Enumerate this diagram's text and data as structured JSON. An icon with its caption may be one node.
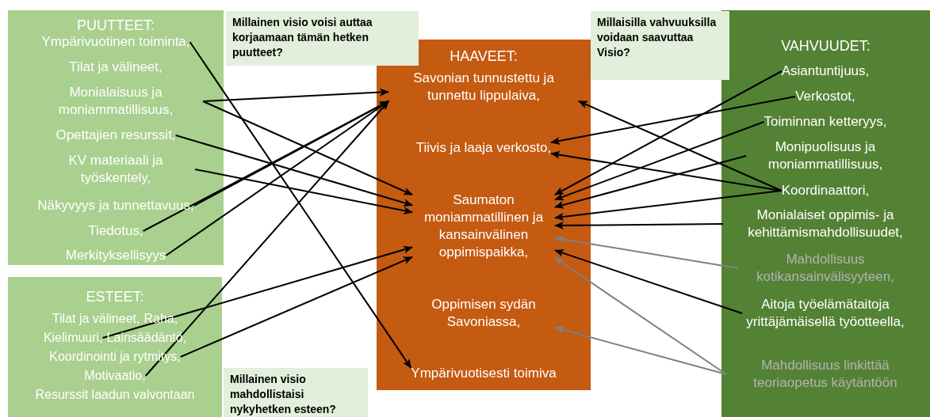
{
  "diagram": {
    "nodes": [
      {
        "text": [
          "PUUTTEET:"
        ]
      },
      {
        "text": [
          "Ympärivuotinen toiminta,"
        ],
        "in": 0
      },
      {
        "text": [
          "Tilat ja välineet,"
        ],
        "in": 0
      },
      {
        "text": [
          "Monialaisuus ja moniammatillisuus,"
        ],
        "in": 0
      },
      {
        "text": [
          "Opettajien resurssit,"
        ],
        "in": 0
      },
      {
        "text": [
          "KV materiaali ja työskentely,"
        ],
        "in": 0
      },
      {
        "text": [
          "Näkyvyys ja tunnettavuus,"
        ],
        "in": 0
      },
      {
        "text": [
          "Tiedotus,"
        ],
        "in": 0
      },
      {
        "text": [
          "Merkityksellisyys"
        ],
        "in": 0
      },
      {
        "text": [
          "Millainen visio voisi auttaa korjaamaan tämän hetken puutteet?"
        ]
      },
      {
        "text": [
          "HAAVEET:"
        ]
      },
      {
        "text": [
          "Savonian tunnustettu ja tunnettu lippulaiva,"
        ],
        "in": 10
      },
      {
        "text": [
          "Tiivis ja laaja verkosto,"
        ],
        "in": 10
      },
      {
        "text": [
          "Saumaton moniammatillinen ja kansainvälinen oppimispaikka,"
        ],
        "in": 10
      },
      {
        "text": [
          "Oppimisen sydän Savoniassa,"
        ],
        "in": 10
      },
      {
        "text": [
          "Ympärivuotisesti toimiva"
        ],
        "in": 10
      },
      {
        "text": [
          "Millaisilla vahvuuksilla voidaan saavuttaa Visio?"
        ]
      },
      {
        "text": [
          "VAHVUUDET:"
        ]
      },
      {
        "text": [
          "Asiantuntijuus,"
        ],
        "in": 17
      },
      {
        "text": [
          "Verkostot,"
        ],
        "in": 17
      },
      {
        "text": [
          "Toiminnan ketteryys,"
        ],
        "in": 17
      },
      {
        "text": [
          "Monipuolisuus ja moniammatillisuus,"
        ],
        "in": 17
      },
      {
        "text": [
          "Koordinaattori,"
        ],
        "in": 17
      },
      {
        "text": [
          "Monialaiset oppimis- ja kehittämismahdollisuudet,"
        ],
        "in": 17
      },
      {
        "text": [
          "Mahdollisuus kotikansainvälisyyteen,"
        ],
        "in": 17
      },
      {
        "text": [
          "Aitoja työelämätaitoja yrittäjämäisellä työotteella,"
        ],
        "in": 17
      },
      {
        "text": [
          "Mahdollisuus linkittää teoriaopetus käytäntöön"
        ],
        "in": 17
      },
      {
        "text": [
          "ESTEET:"
        ]
      },
      {
        "text": [
          "Tilat ja välineet,"
        ],
        "in": 27
      },
      {
        "text": [
          "Raha,"
        ],
        "in": 27
      },
      {
        "text": [
          "Kielimuuri,"
        ],
        "in": 27
      },
      {
        "text": [
          "Lainsäädäntö,"
        ],
        "in": 27
      },
      {
        "text": [
          "Koordinointi ja rytmitys,"
        ],
        "in": 27
      },
      {
        "text": [
          "Motivaatio,"
        ],
        "in": 27
      },
      {
        "text": [
          "Resurssit laadun valvontaan"
        ],
        "in": 27
      },
      {
        "text": [
          "Millainen visio mahdollistaisi nykyhetken esteen?"
        ]
      }
    ],
    "edges": [
      {
        "from": 1,
        "to": 15,
        "arrow": "to"
      },
      {
        "from": 3,
        "to": 11,
        "arrow": "to"
      },
      {
        "from": 3,
        "to": 13,
        "arrow": "to"
      },
      {
        "from": 4,
        "to": 13,
        "arrow": "to"
      },
      {
        "from": 5,
        "to": 13,
        "arrow": "to"
      },
      {
        "from": 6,
        "to": 11,
        "arrow": "to"
      },
      {
        "from": 7,
        "to": 11,
        "arrow": "to"
      },
      {
        "from": 8,
        "to": 11,
        "arrow": "to"
      },
      {
        "from": 33,
        "to": 11,
        "arrow": "to"
      },
      {
        "from": 30,
        "to": 13,
        "arrow": "to"
      },
      {
        "from": 32,
        "to": 13,
        "arrow": "to"
      },
      {
        "from": 18,
        "to": 13,
        "arrow": "to"
      },
      {
        "from": 19,
        "to": 12,
        "arrow": "to"
      },
      {
        "from": 20,
        "to": 13,
        "arrow": "to"
      },
      {
        "from": 21,
        "to": 13,
        "arrow": "to"
      },
      {
        "from": 22,
        "to": 11,
        "arrow": "to"
      },
      {
        "from": 22,
        "to": 12,
        "arrow": "to"
      },
      {
        "from": 22,
        "to": 13,
        "arrow": "to"
      },
      {
        "from": 23,
        "to": 13,
        "arrow": "to"
      },
      {
        "from": 24,
        "to": 13,
        "arrow": "to",
        "color": "#808080"
      },
      {
        "from": 25,
        "to": 13,
        "arrow": "to"
      },
      {
        "from": 26,
        "to": 13,
        "arrow": "to",
        "color": "#808080"
      },
      {
        "from": 26,
        "to": 14,
        "arrow": "to",
        "color": "#808080"
      }
    ]
  }
}
